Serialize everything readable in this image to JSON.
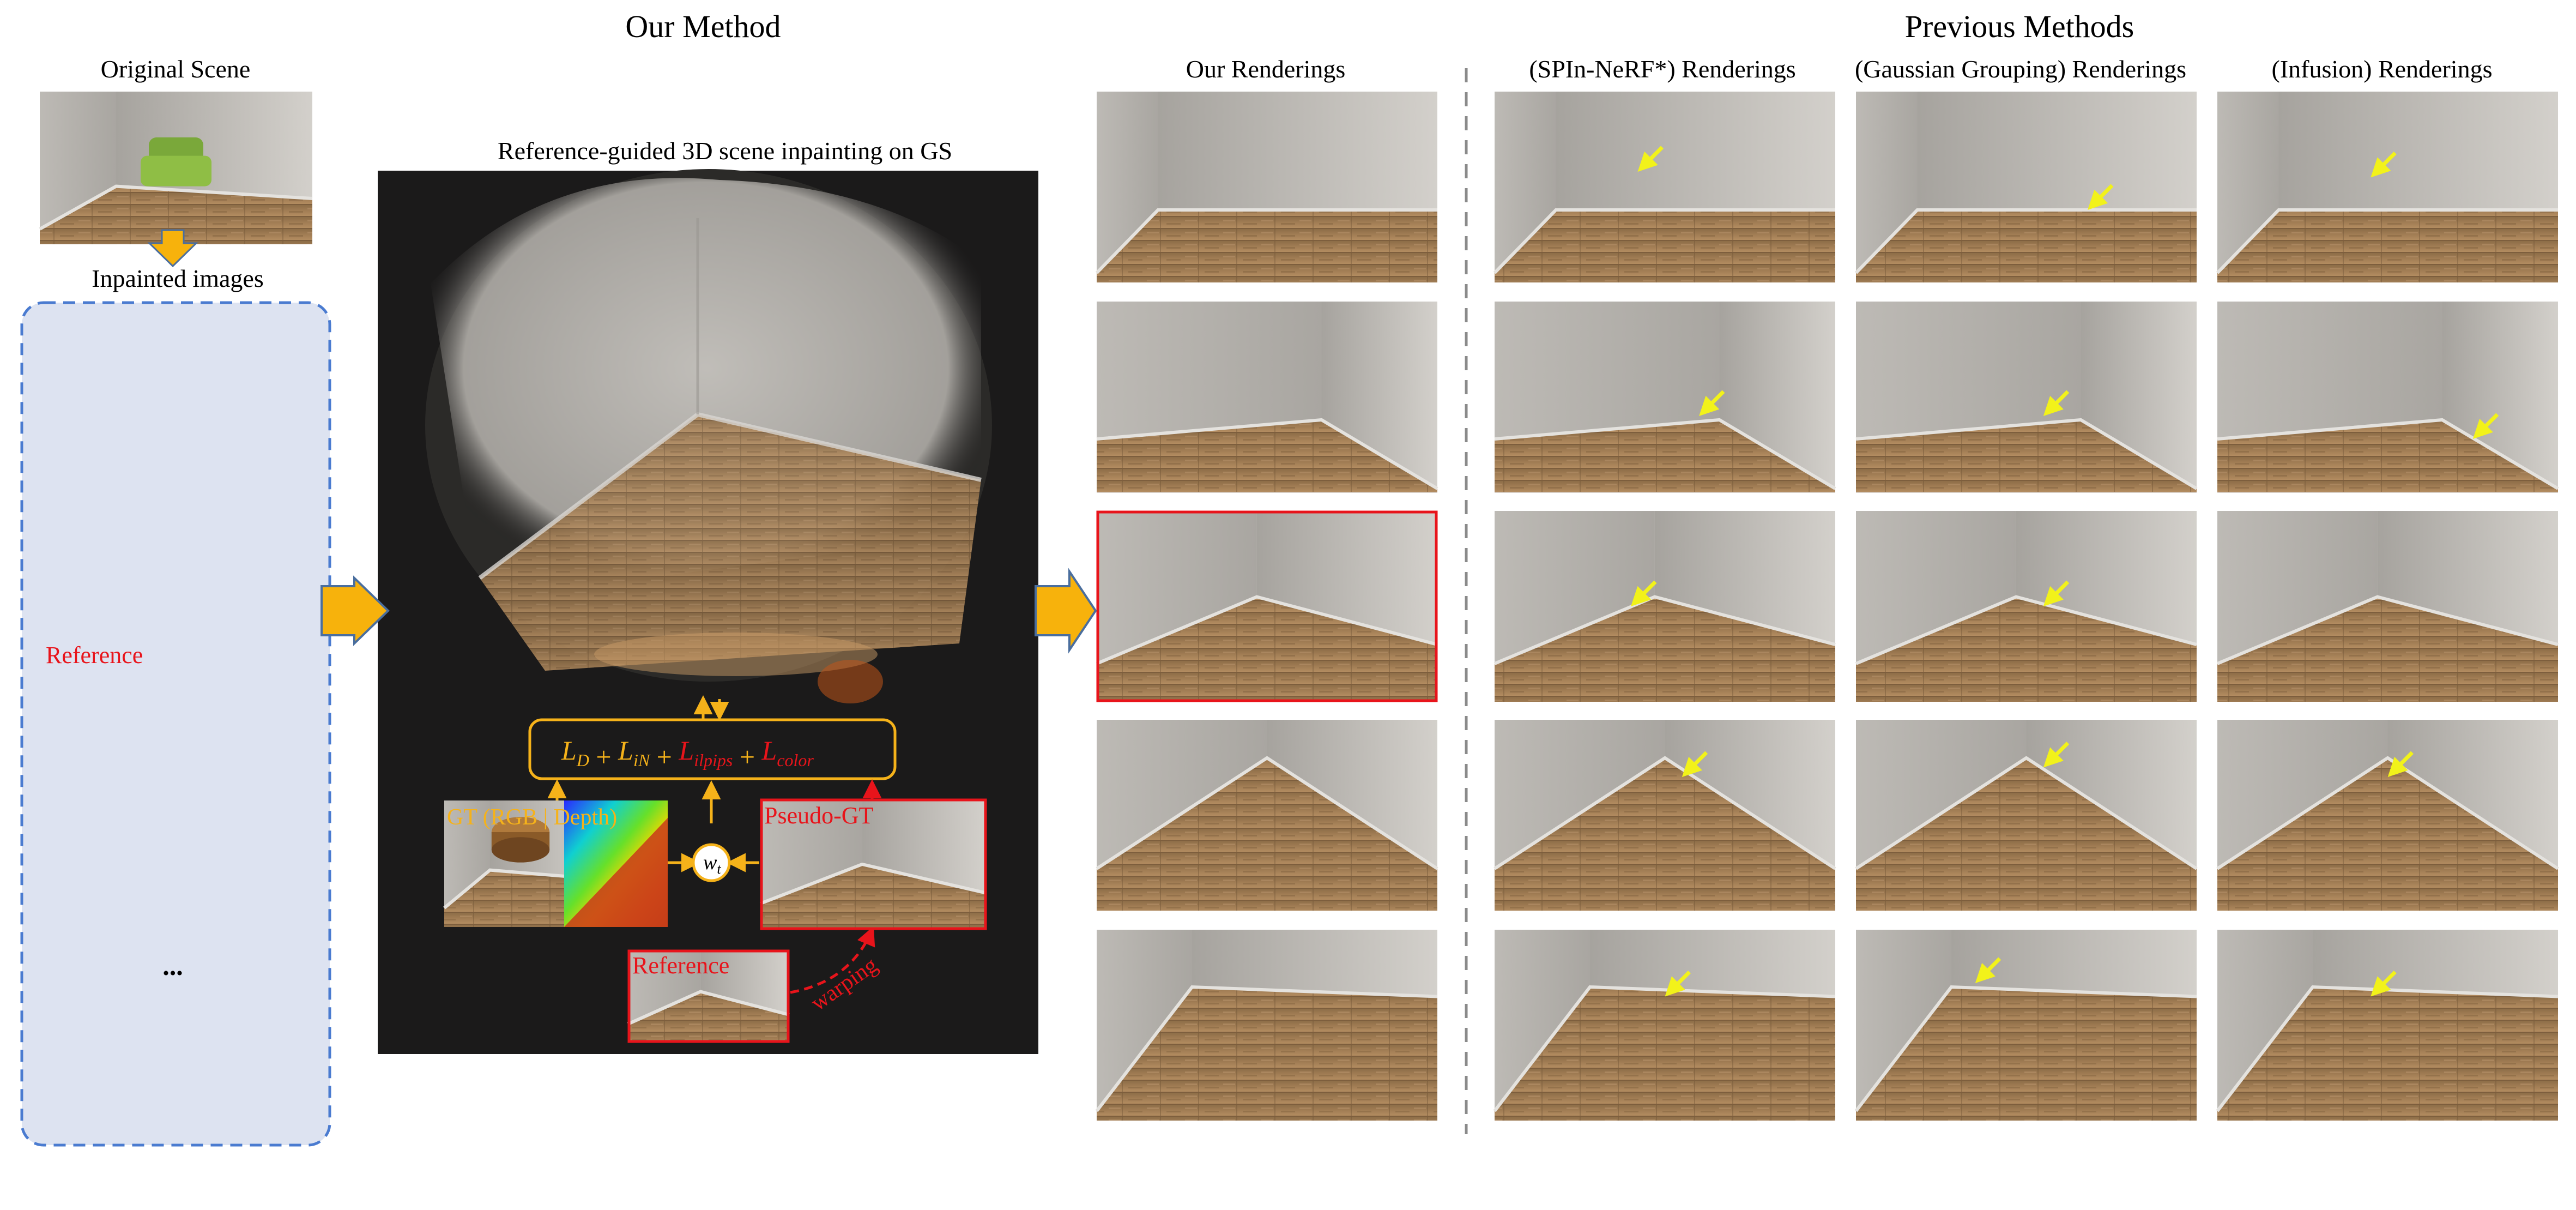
{
  "headers": {
    "our_method": "Our Method",
    "previous_methods": "Previous Methods",
    "original_scene": "Original Scene",
    "inpainted_images": "Inpainted images",
    "ellipsis": "...",
    "gs_panel_title": "Reference-guided 3D scene inpainting on GS"
  },
  "columns": [
    "Our Renderings",
    "(SPIn-NeRF*) Renderings",
    "(Gaussian Grouping) Renderings",
    "(Infusion) Renderings"
  ],
  "labels": {
    "reference_left": "Reference",
    "gt": "GT (RGB | Depth)",
    "pseudo_gt": "Pseudo-GT",
    "reference_inner": "Reference",
    "warping": "warping",
    "weight": "w",
    "weight_sub": "t"
  },
  "loss_equation": {
    "terms": [
      {
        "sym": "L",
        "sub": "D",
        "color": "#f5b21a"
      },
      {
        "sym": "L",
        "sub": "iN",
        "color": "#f5b21a"
      },
      {
        "sym": "L",
        "sub": "ilpips",
        "color": "#e8141b"
      },
      {
        "sym": "L",
        "sub": "color",
        "color": "#e8141b"
      }
    ],
    "plus": "+"
  },
  "colors": {
    "accent_orange": "#f7b20c",
    "highlight_red": "#e8141b",
    "loss_yellow": "#f5b21a",
    "dashed_blue": "#4a7bd0",
    "panel_bg": "#1b1a1a",
    "inpaint_bg": "#dde3f1",
    "arrow_yellow": "#f2f21a",
    "wall": "#cdcac6",
    "floor": "#9b7a55"
  }
}
